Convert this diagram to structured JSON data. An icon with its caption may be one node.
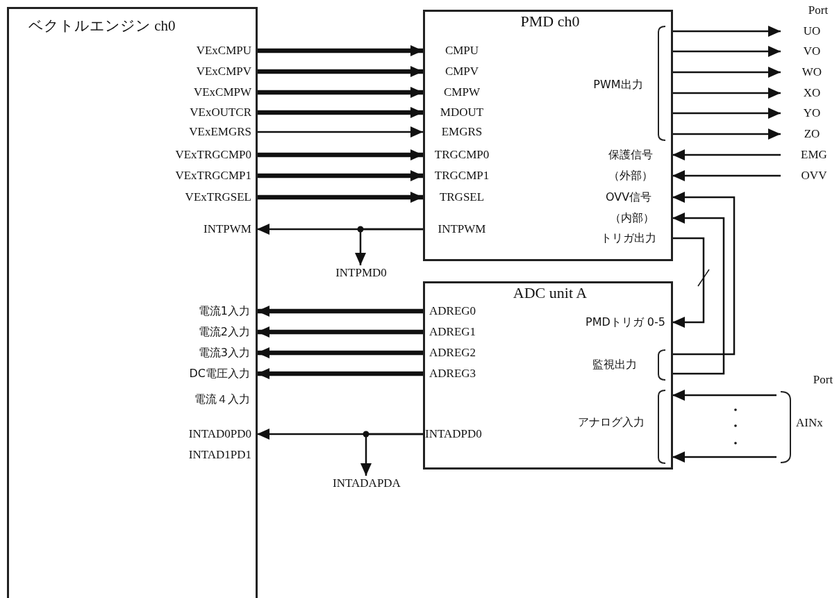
{
  "diagram": {
    "nodes": [
      {
        "text": [
          "ベクトルエンジン ch0"
        ]
      },
      {
        "text": [
          "PMD ch0"
        ]
      },
      {
        "text": [
          "ADC unit A"
        ]
      },
      {
        "text": [
          "INTPMD0"
        ]
      },
      {
        "text": [
          "INTADAPDA"
        ]
      },
      {
        "text": [
          "UO"
        ]
      },
      {
        "text": [
          "VO"
        ]
      },
      {
        "text": [
          "WO"
        ]
      },
      {
        "text": [
          "XO"
        ]
      },
      {
        "text": [
          "YO"
        ]
      },
      {
        "text": [
          "ZO"
        ]
      },
      {
        "text": [
          "EMG"
        ]
      },
      {
        "text": [
          "OVV"
        ]
      },
      {
        "text": [
          "AINx"
        ]
      }
    ],
    "edges": [
      {
        "from": 0,
        "to": 1,
        "arrow": "to",
        "style": "thick"
      },
      {
        "from": 0,
        "to": 1,
        "arrow": "to",
        "style": "thick"
      },
      {
        "from": 0,
        "to": 1,
        "arrow": "to",
        "style": "thick"
      },
      {
        "from": 0,
        "to": 1,
        "arrow": "to",
        "style": "thick"
      },
      {
        "from": 0,
        "to": 1,
        "arrow": "to"
      },
      {
        "from": 0,
        "to": 1,
        "arrow": "to",
        "style": "thick"
      },
      {
        "from": 0,
        "to": 1,
        "arrow": "to",
        "style": "thick"
      },
      {
        "from": 0,
        "to": 1,
        "arrow": "to",
        "style": "thick"
      },
      {
        "from": 1,
        "to": 0,
        "arrow": "to"
      },
      {
        "from": 1,
        "to": 3,
        "arrow": "to"
      },
      {
        "from": 1,
        "to": 5,
        "arrow": "to"
      },
      {
        "from": 1,
        "to": 6,
        "arrow": "to"
      },
      {
        "from": 1,
        "to": 7,
        "arrow": "to"
      },
      {
        "from": 1,
        "to": 8,
        "arrow": "to"
      },
      {
        "from": 1,
        "to": 9,
        "arrow": "to"
      },
      {
        "from": 1,
        "to": 10,
        "arrow": "to"
      },
      {
        "from": 11,
        "to": 1,
        "arrow": "to"
      },
      {
        "from": 12,
        "to": 1,
        "arrow": "to"
      },
      {
        "from": 1,
        "to": 2,
        "arrow": "to"
      },
      {
        "from": 2,
        "to": 1,
        "arrow": "to"
      },
      {
        "from": 2,
        "to": 1,
        "arrow": "to"
      },
      {
        "from": 2,
        "to": 0,
        "arrow": "to",
        "style": "thick"
      },
      {
        "from": 2,
        "to": 0,
        "arrow": "to",
        "style": "thick"
      },
      {
        "from": 2,
        "to": 0,
        "arrow": "to",
        "style": "thick"
      },
      {
        "from": 2,
        "to": 0,
        "arrow": "to",
        "style": "thick"
      },
      {
        "from": 2,
        "to": 0,
        "arrow": "to"
      },
      {
        "from": 2,
        "to": 4,
        "arrow": "to"
      },
      {
        "from": 13,
        "to": 2,
        "arrow": "to"
      },
      {
        "from": 13,
        "to": 2,
        "arrow": "to"
      }
    ],
    "labels": [
      "Port",
      "VExCMPU",
      "CMPU",
      "VExCMPV",
      "CMPV",
      "VExCMPW",
      "CMPW",
      "PWM出力",
      "VExOUTCR",
      "MDOUT",
      "VExEMGRS",
      "EMGRS",
      "VExTRGCMP0",
      "TRGCMP0",
      "保護信号",
      "VExTRGCMP1",
      "TRGCMP1",
      "（外部）",
      "VExTRGSEL",
      "TRGSEL",
      "OVV信号",
      "INTPWM",
      "INTPWM",
      "（内部）",
      "トリガ出力",
      "電流1入力",
      "ADREG0",
      "PMDトリガ 0-5",
      "電流2入力",
      "ADREG1",
      "電流3入力",
      "ADREG2",
      "監視出力",
      "DC電圧入力",
      "ADREG3",
      "Port",
      "電流４入力",
      "アナログ入力",
      "INTAD0PD0",
      "INTADPD0",
      "INTAD1PD1"
    ]
  }
}
